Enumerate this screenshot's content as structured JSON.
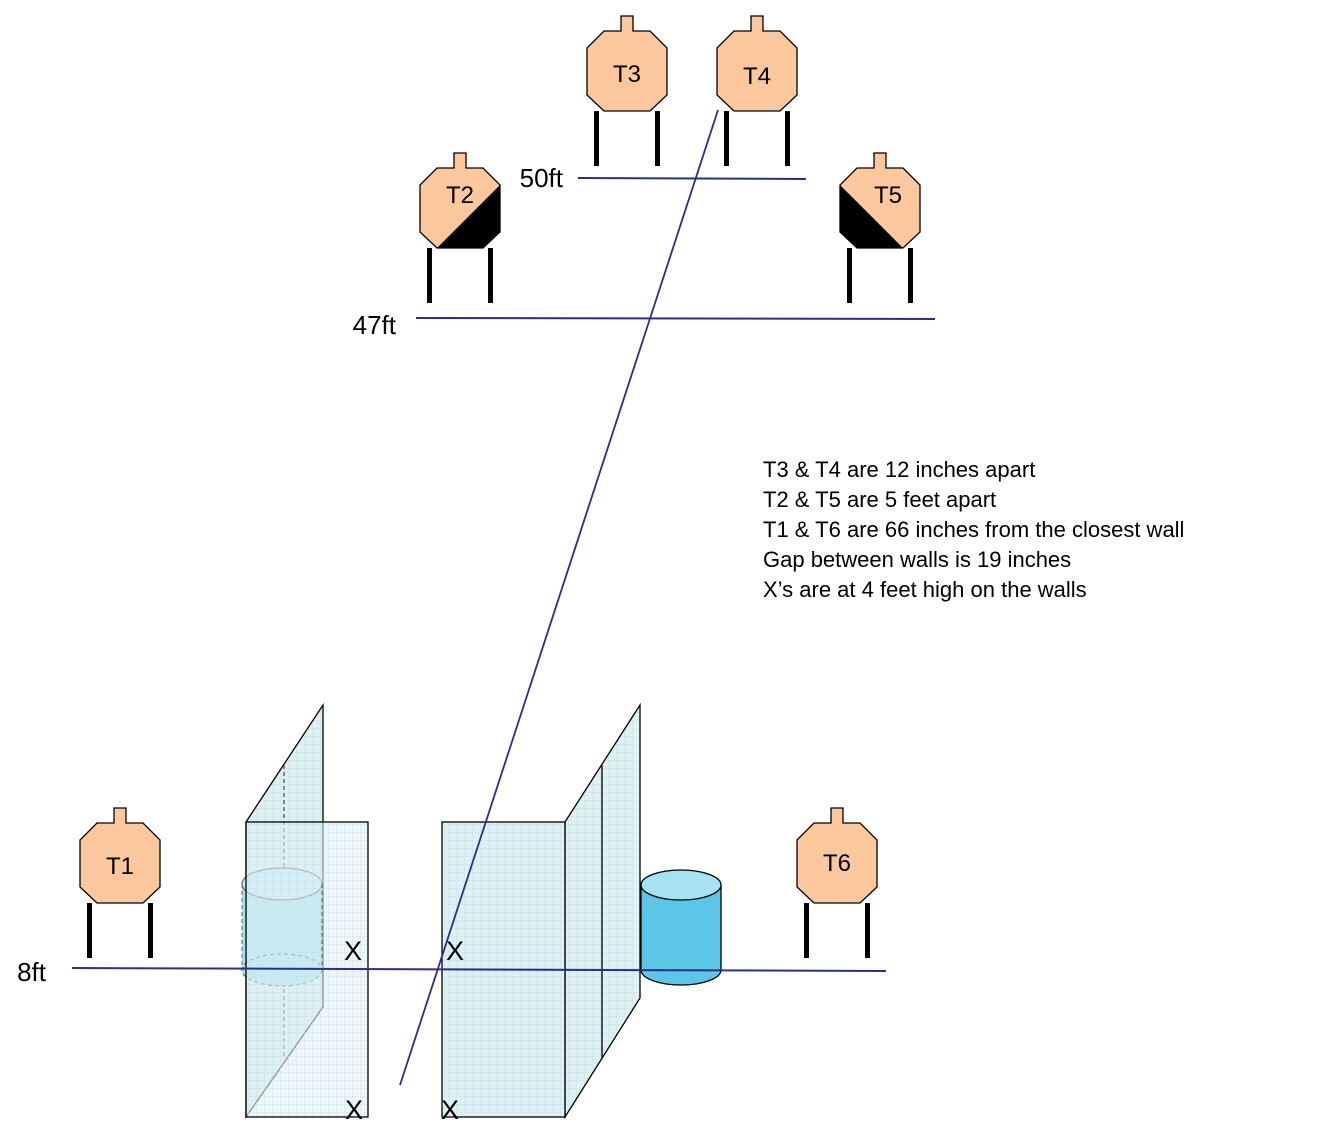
{
  "distance_labels": {
    "d50": "50ft",
    "d47": "47ft",
    "d8": "8ft"
  },
  "targets": {
    "t1": "T1",
    "t2": "T2",
    "t3": "T3",
    "t4": "T4",
    "t5": "T5",
    "t6": "T6"
  },
  "wall_marks": {
    "left_mid": "X",
    "right_mid": "X",
    "left_bottom": "X",
    "right_bottom": "X"
  },
  "notes": [
    "T3 & T4 are 12 inches apart",
    "T2 & T5 are 5 feet apart",
    "T1 & T6 are 66 inches from the closest wall",
    "Gap between walls is 19 inches",
    "X’s are at 4 feet high on the walls"
  ],
  "colors": {
    "target_fill": "#fbc89e",
    "line": "#2b2e8c",
    "wall_fill": "#dff0f3",
    "barrel_fill": "#a5e3f1",
    "no_shoot": "#000000"
  }
}
